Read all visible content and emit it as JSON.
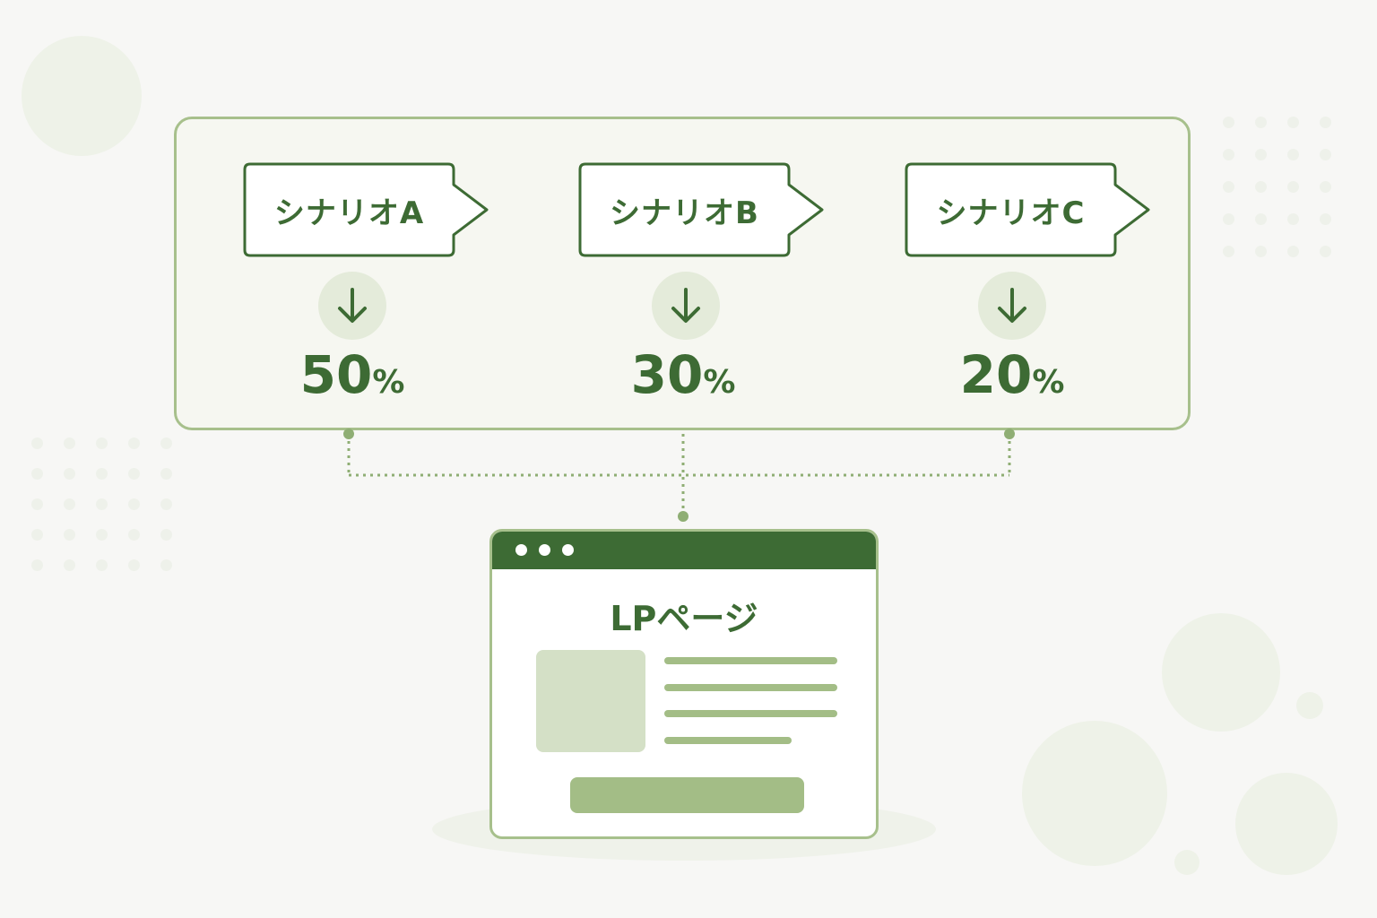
{
  "scenarios": [
    {
      "label": "シナリオA",
      "value": 50,
      "unit": "%"
    },
    {
      "label": "シナリオB",
      "value": 30,
      "unit": "%"
    },
    {
      "label": "シナリオC",
      "value": 20,
      "unit": "%"
    }
  ],
  "lp": {
    "title": "LPページ"
  },
  "icons": {
    "arrow": "arrow-down-icon"
  },
  "colors": {
    "primary": "#3d6b34",
    "accent": "#a7c08c",
    "bar": "#a3bd86",
    "panel_bg": "#f6f7f1",
    "circle_bg": "#e4ebda"
  }
}
